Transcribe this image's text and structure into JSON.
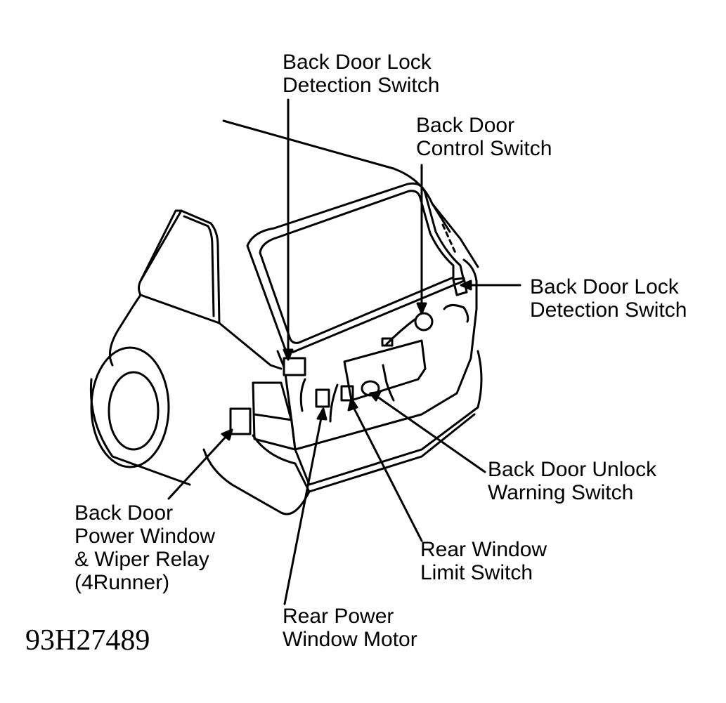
{
  "diagram": {
    "labels": {
      "lock_detection_top": [
        "Back Door Lock",
        "Detection Switch"
      ],
      "control_switch": [
        "Back Door",
        "Control Switch"
      ],
      "lock_detection_right": [
        "Back Door Lock",
        "Detection Switch"
      ],
      "unlock_warning": [
        "Back Door Unlock",
        "Warning Switch"
      ],
      "rear_window_limit": [
        "Rear Window",
        "Limit Switch"
      ],
      "rear_power_motor": [
        "Rear Power",
        "Window Motor"
      ],
      "power_window_relay": [
        "Back Door",
        "Power Window",
        "& Wiper Relay",
        "(4Runner)"
      ]
    },
    "figure_code": "93H27489"
  }
}
